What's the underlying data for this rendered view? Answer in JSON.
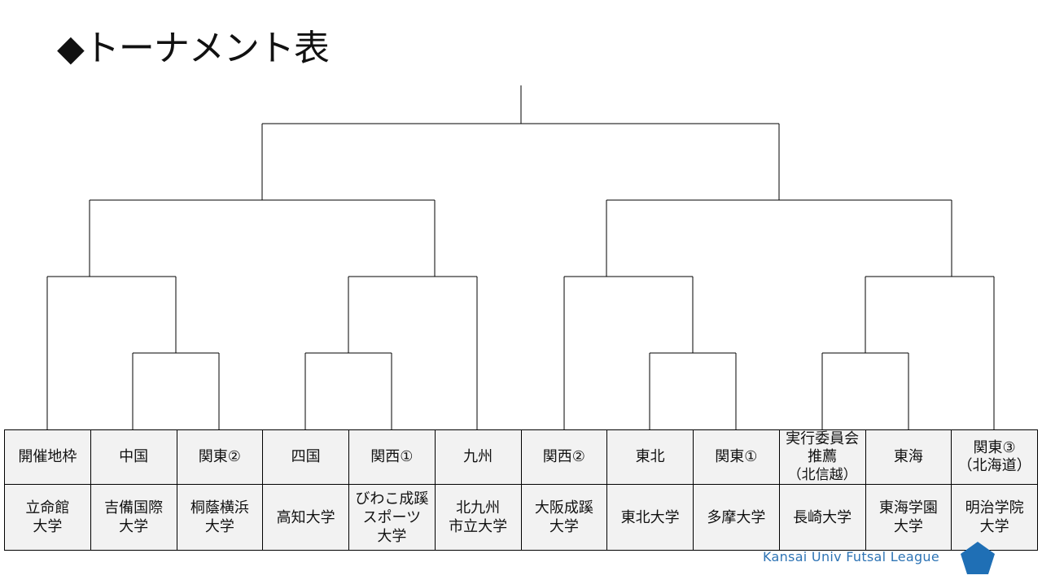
{
  "title": "◆トーナメント表",
  "regions": [
    "開催地枠",
    "中国",
    "関東②",
    "四国",
    "関西①",
    "九州",
    "関西②",
    "東北",
    "関東①",
    "実行委員会推薦",
    "東海",
    "関東③\n（北海道）"
  ],
  "region_note_10": "（北信越）",
  "teams": [
    "立命館\n大学",
    "吉備国際\n大学",
    "桐蔭横浜\n大学",
    "高知大学",
    "びわこ成蹊\nスポーツ\n大学",
    "北九州\n市立大学",
    "大阪成蹊\n大学",
    "東北大学",
    "多摩大学",
    "長崎大学",
    "東海学園\n大学",
    "明治学院\n大学"
  ],
  "footer": "Kansai Univ Futsal League",
  "colors": {
    "footer": "#2e74b5",
    "logo": "#1f6fb5",
    "cell_bg": "#f2f2f2"
  },
  "logo_icon": "pentagon-icon"
}
